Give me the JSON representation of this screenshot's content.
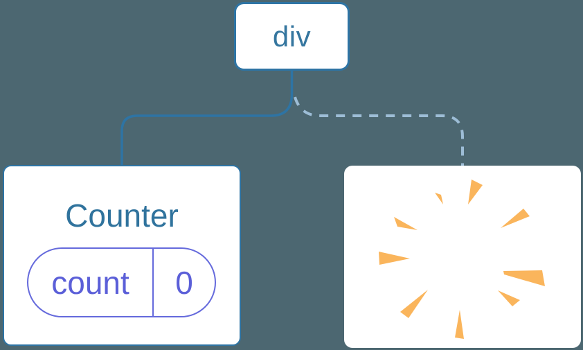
{
  "colors": {
    "background": "#4C6771",
    "card-bg": "#FFFFFF",
    "node-border": "#2E74A4",
    "node-text": "#35769F",
    "edge-solid": "#2E74A4",
    "edge-dashed": "#9DBDD6",
    "component-title": "#30739D",
    "state-text": "#5B5FD8",
    "state-border": "#656ADC",
    "burst-ray": "#FAB55C"
  },
  "diagram": {
    "root": {
      "label": "div"
    },
    "counter": {
      "title": "Counter",
      "state": {
        "name": "count",
        "value": "0"
      }
    },
    "removed": {
      "icon": "poof-burst"
    },
    "edges": [
      {
        "from": "div",
        "to": "Counter",
        "style": "solid"
      },
      {
        "from": "div",
        "to": "removed",
        "style": "dashed"
      }
    ]
  }
}
